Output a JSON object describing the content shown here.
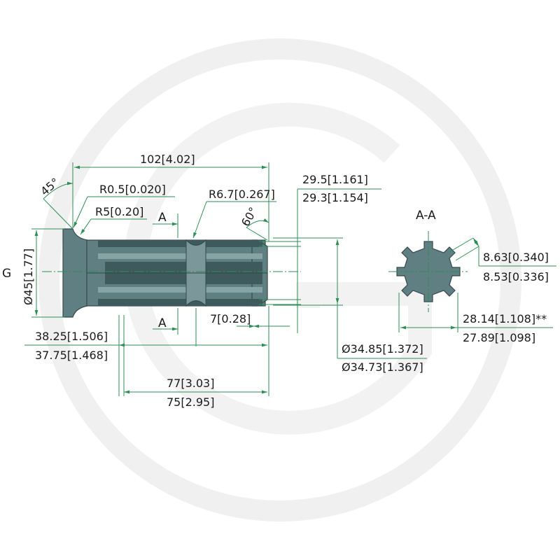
{
  "labels": {
    "g_mark": "G",
    "angle_45": "45°",
    "angle_60": "60°",
    "section_a_top": "A",
    "section_a_bottom": "A",
    "section_title": "A-A"
  },
  "dimensions": {
    "overall_length": "102[4.02]",
    "fillet_r05": "R0.5[0.020]",
    "fillet_r5": "R5[0.20]",
    "groove_r67": "R6.7[0.267]",
    "spline_len_max": "29.5[1.161]",
    "spline_len_min": "29.3[1.154]",
    "flange_dia": "Ø45[1.77]",
    "groove_w": "7[0.28]",
    "flange_pos_max": "38.25[1.506]",
    "flange_pos_min": "37.75[1.468]",
    "spline_od_max": "Ø34.85[1.372]",
    "spline_od_min": "Ø34.73[1.367]",
    "shaft_len_max": "77[3.03]",
    "shaft_len_min": "75[2.95]",
    "key_w_max": "8.63[0.340]",
    "key_w_min": "8.53[0.336]",
    "minor_dia_max": "28.14[1.108]**",
    "minor_dia_min": "27.89[1.098]"
  },
  "colors": {
    "part": "#5f7f82",
    "part_outline": "#33494c",
    "dimension_line": "#2e8f55",
    "watermark": "#f0f0f0"
  }
}
